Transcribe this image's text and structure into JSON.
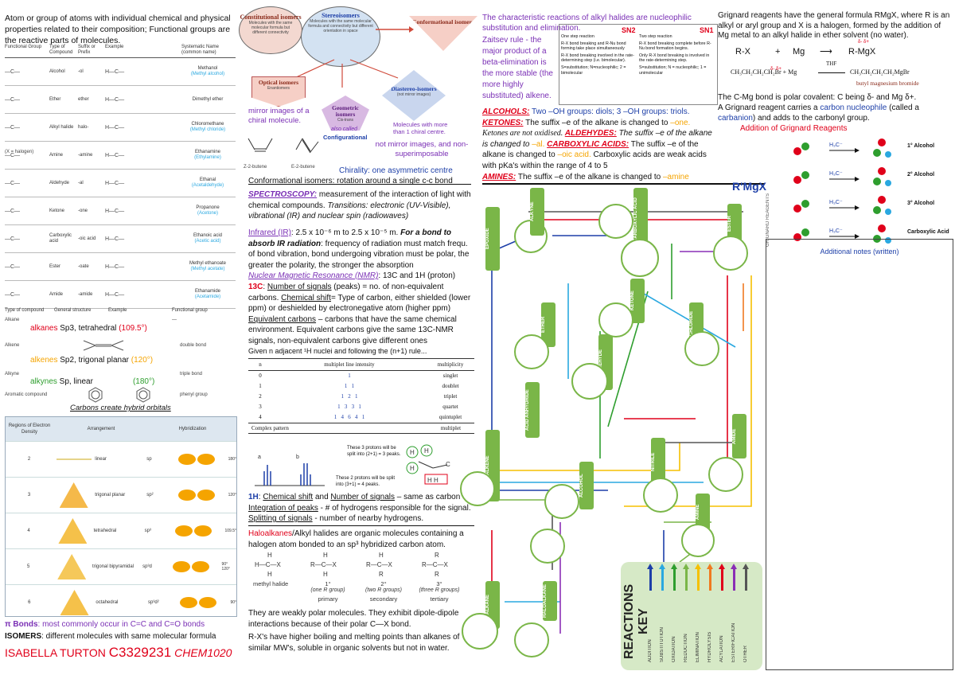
{
  "col1": {
    "intro": "Atom or group of atoms with individual chemical and physical properties related to their composition; Functional groups are the reactive parts of molecules.",
    "table_headers": [
      "Functional Group",
      "Type of Compound",
      "Suffix or Prefix",
      "Example",
      "Systematic Name (common name)"
    ],
    "rows": [
      {
        "type": "Alcohol",
        "suffix": "-ol",
        "name": "Methanol",
        "common": "(Methyl alcohol)"
      },
      {
        "type": "Ether",
        "suffix": "ether",
        "name": "Dimethyl ether",
        "common": ""
      },
      {
        "type": "Alkyl halide",
        "suffix": "halo-",
        "name": "Chloromethane",
        "common": "(Methyl chloride)"
      },
      {
        "type": "Amine",
        "suffix": "-amine",
        "name": "Ethanamine",
        "common": "(Ethylamine)"
      },
      {
        "type": "Aldehyde",
        "suffix": "-al",
        "name": "Ethanal",
        "common": "(Acetaldehyde)"
      },
      {
        "type": "Ketone",
        "suffix": "-one",
        "name": "Propanone",
        "common": "(Acetone)"
      },
      {
        "type": "Carboxylic acid",
        "suffix": "-oic acid",
        "name": "Ethanoic acid",
        "common": "(Acetic acid)"
      },
      {
        "type": "Ester",
        "suffix": "-oate",
        "name": "Methyl ethanoate",
        "common": "(Methyl acetate)"
      },
      {
        "type": "Amide",
        "suffix": "-amide",
        "name": "Ethanamide",
        "common": "(Acetamide)"
      }
    ],
    "x_note": "(X = halogen)",
    "hc_headers": [
      "Type of compound",
      "General structure",
      "Example",
      "Functional group"
    ],
    "alkanes_label": "alkanes",
    "alkanes_text": " Sp3, tetrahedral ",
    "alkanes_angle": "(109.5°)",
    "alkenes_label": "alkenes",
    "alkenes_text": " Sp2, trigonal planar ",
    "alkenes_angle": "(120°)",
    "alkynes_label": "alkynes",
    "alkynes_text": " Sp, linear",
    "alkynes_angle": "(180°)",
    "hc_rows": [
      "Alkane",
      "Alkene",
      "Alkyne",
      "Aromatic compound"
    ],
    "hc_groups": [
      "—",
      "double bond",
      "triple bond",
      "phenyl group"
    ],
    "hybrid_title": "Carbons create hybrid orbitals",
    "hybrid_headers": [
      "Regions of Electron Density",
      "Arrangement",
      "Hybridization"
    ],
    "hybrid_rows": [
      {
        "n": "2",
        "arr": "linear",
        "hyb": "sp",
        "angle": "180°"
      },
      {
        "n": "3",
        "arr": "trigonal planar",
        "hyb": "sp²",
        "angle": "120°"
      },
      {
        "n": "4",
        "arr": "tetrahedral",
        "hyb": "sp³",
        "angle": "109.5°"
      },
      {
        "n": "5",
        "arr": "trigonal bipyramidal",
        "hyb": "sp³d",
        "angle": "90° 120°"
      },
      {
        "n": "6",
        "arr": "octahedral",
        "hyb": "sp³d²",
        "angle": "90°"
      }
    ],
    "pi_bonds_label": "π Bonds",
    "pi_bonds_text": ": most commonly occur in C=C and C=O bonds",
    "isomers_label": "ISOMERS",
    "isomers_text": ": different molecules with same molecular formula",
    "author": "ISABELLA TURTON ",
    "student_id": "C3329231",
    "course": " CHEM1020"
  },
  "col2": {
    "constitutional_title": "Constitutional isomers",
    "constitutional_sub": "Molecules with the same molecular formula but different connectivity",
    "stereo_title": "Stereoisomers",
    "stereo_sub": "Molecules with the same molecular formula and connectivity but different orientation in space",
    "conformational_title": "Conformational isomers",
    "optical_title": "Optical isomers",
    "optical_sub": "Enantiomers",
    "geometric_title": "Geometric isomers",
    "geometric_sub": "Cis-trans",
    "diastereo_title": "Diastereo-isomers",
    "diastereo_sub": "(not mirror images)",
    "mirror_note": "mirror images of a chiral molecule.",
    "also_called": "also called",
    "configurational": "Configurational",
    "more_than_one": "Molecules with more than 1 chiral centre.",
    "not_mirror": "not mirror images, and non-superimposable",
    "z_label": "Z-2-butene",
    "e_label": "E-2-butene",
    "chirality": "Chirality: one asymmetric centre",
    "conformational_text": "Conformational isomers: rotation around a single c-c bond",
    "spectroscopy_label": "SPECTROSCOPY:",
    "spectroscopy_text": " measurement of the interaction of light with chemical compounds. ",
    "transitions_text": "Transitions: electronic (UV-Visible), vibrational (IR) and nuclear spin (radiowaves)",
    "ir_label": "Infrared (IR)",
    "ir_range": ": 2.5 x 10⁻⁶ m to 2.5 x 10⁻⁵ m. ",
    "ir_bold": "For a bond to absorb IR radiation",
    "ir_text": ": frequency of radiation must match frequ. of bond vibration, bond undergoing vibration must be polar, the greater the polarity, the stronger the absorption",
    "nmr_label": "Nuclear Magnetic Resonance (NMR)",
    "nmr_text": ": 13C and 1H (proton)",
    "c13_label": "13C",
    "c13_signals": "Number of signals",
    "c13_text1": " (peaks) = no. of non-equivalent carbons. ",
    "chem_shift": "Chemical shift",
    "c13_text2": "= Type of carbon, either shielded (lower ppm) or deshielded by electronegative atom (higher ppm) ",
    "equiv": "Equivalent carbons",
    "c13_text3": " – carbons that have the same chemical environment. Equivalent carbons give the same 13C-NMR signals, non-equivalent carbons give different ones",
    "given_n": "Given n adjacent ¹H nuclei and following the (n+1) rule...",
    "mult_headers": [
      "n",
      "multiplet line intensity",
      "multiplicity"
    ],
    "mult_rows": [
      {
        "n": "0",
        "vals": "1",
        "name": "singlet"
      },
      {
        "n": "1",
        "vals": "1   1",
        "name": "doublet"
      },
      {
        "n": "2",
        "vals": "1   2   1",
        "name": "triplet"
      },
      {
        "n": "3",
        "vals": "1   3   3   1",
        "name": "quartet"
      },
      {
        "n": "4",
        "vals": "1   4   6   4   1",
        "name": "quintuplet"
      }
    ],
    "complex_pattern": "Complex pattern",
    "multiplet": "multiplet",
    "split_note1": "These 3 protons will be split into (2+1) = 3 peaks.",
    "split_note2": "These 2 protons will be split into (3+1) = 4 peaks.",
    "h1_label": "1H",
    "h1_chem_shift": "Chemical shift",
    "h1_and": " and ",
    "h1_num_signals": "Number of signals",
    "h1_text1": " – same as carbon ",
    "integration": "Integration of peaks",
    "h1_text2": " - # of hydrogens responsible for the signal. ",
    "splitting": "Splitting of signals",
    "h1_text3": " - number of nearby hydrogens.",
    "haloalkanes_label": "Haloalkanes",
    "haloalkanes_text": "/Alkyl halides are organic molecules containing a halogen atom bonded to an sp³ hybridized carbon atom.",
    "halide_types": [
      {
        "label": "methyl halide",
        "sub": ""
      },
      {
        "label": "1°",
        "sub": "(one R group)",
        "name": "primary"
      },
      {
        "label": "2°",
        "sub": "(two R groups)",
        "name": "secondary"
      },
      {
        "label": "3°",
        "sub": "(three R groups)",
        "name": "tertiary"
      }
    ],
    "polar_text": "They are weakly polar molecules. They exhibit dipole-dipole interactions because of their polar C—X bond.",
    "rx_text": "R-X's have higher boiling and melting points than alkanes of similar MW's, soluble in organic solvents but not in water."
  },
  "col3": {
    "nucleophilic": "The characteristic reactions of alkyl halides are nucleophilic substitution and elimination.",
    "zaitsev": "Zaitsev rule - the major product of a beta-elimination is the more stable (the more highly substituted) alkene.",
    "sn2_title": "SN2",
    "sn1_title": "SN1",
    "sn2_points": [
      "One step reaction",
      "R-X bond breaking and R-Nu bond forming take place simultaneously",
      "R-X bond breaking involved in the rate-determining step (i.e. bimolecular).",
      "S=substitution; N=nucleophilic; 2 = bimolecular"
    ],
    "sn1_points": [
      "Two step reaction",
      "R-X bond breaking complete before R-Nu bond formation begins.",
      "Only R-X bond breaking is involved in the rate-determining step.",
      "S=substitution; N = nucleophilic; 1 = unimolecular"
    ],
    "alcohols_label": "ALCOHOLS:",
    "alcohols_text": " Two –OH groups: diols; 3 –OH groups: triols.",
    "ketones_label": "KETONES:",
    "ketones_text": " The suffix –e of the alkane is changed to ",
    "ketones_suffix": "–one.",
    "ketones_note": "Ketones are not oxidised. ",
    "aldehydes_label": "ALDEHYDES:",
    "aldehydes_text": " The suffix –e of the alkane is changed to ",
    "aldehydes_suffix": "–al.",
    "carboxylic_label": "CARBOXYLIC ACIDS:",
    "carboxylic_text": " The suffix –e of the alkane is changed to ",
    "carboxylic_suffix": "–oic acid.",
    "carboxylic_text2": " Carboxylic acids are weak acids with pKa's within the range of 4 to 5",
    "amines_label": "AMINES:",
    "amines_text": " The suffix –e of the alkane is changed to ",
    "amines_suffix": "–amine",
    "rmgx": "R'MgX",
    "nodes": [
      "ALKENE",
      "EPOXIDE",
      "ALKYNE",
      "ETHER",
      "ALDEHYDE",
      "KETONE",
      "CARBOXYLIC ACID",
      "ESTER",
      "ACYL CHLORIDE",
      "ALCOHOL",
      "NITRILE",
      "AMINE",
      "AMIDE",
      "ALKANE",
      "HALOALKANE",
      "ACID ANHYDRIDE"
    ],
    "key_title": "REACTIONS KEY",
    "key_items": [
      {
        "label": "ADDITION",
        "color": "#1d3fa8"
      },
      {
        "label": "SUBSTITUTION",
        "color": "#2aa8e0"
      },
      {
        "label": "OXIDATION",
        "color": "#2e9e2e"
      },
      {
        "label": "REDUCTION",
        "color": "#7ab648"
      },
      {
        "label": "ELIMINATION",
        "color": "#f5c000"
      },
      {
        "label": "HYDROLYSIS",
        "color": "#f07a20"
      },
      {
        "label": "ACYLATION",
        "color": "#e0001a"
      },
      {
        "label": "ESTERIFICATION",
        "color": "#8a2fb5"
      },
      {
        "label": "OTHER",
        "color": "#555555"
      }
    ]
  },
  "col4": {
    "grignard_text": "Grignard reagents have the general formula RMgX, where R is an alkyl or aryl group and X is a halogen, formed by the addition of Mg metal to an alkyl halide in ether solvent (no water).",
    "eq_rx": "R-X",
    "eq_plus": "+",
    "eq_mg": "Mg",
    "eq_arrow": "⟶",
    "eq_rmgx": "R-MgX",
    "eq2_left": "CH₃CH₂CH₂CH₂Br  +  Mg",
    "eq2_thf": "THF",
    "eq2_right": "CH₃CH₂CH₂CH₂MgBr",
    "eq2_name": "butyl magnesium bromide",
    "polar_text": "The C-Mg bond is polar covalent: C being δ- and Mg δ+.",
    "carbon_nuc_pre": "A Grignard reagent carries a ",
    "carbon_nuc": "carbon nucleophile",
    "carbon_nuc_mid": " (called a ",
    "carbanion": "carbanion",
    "carbon_nuc_post": ") and adds to the carbonyl group.",
    "addition_title": "Addition of Grignard Reagents",
    "products": [
      "1° Alcohol",
      "2° Alcohol",
      "3° Alcohol",
      "Carboxylic Acid"
    ],
    "notes_title": "Additional notes (written)",
    "side_label": "GRIGNARD REAGENTS"
  }
}
